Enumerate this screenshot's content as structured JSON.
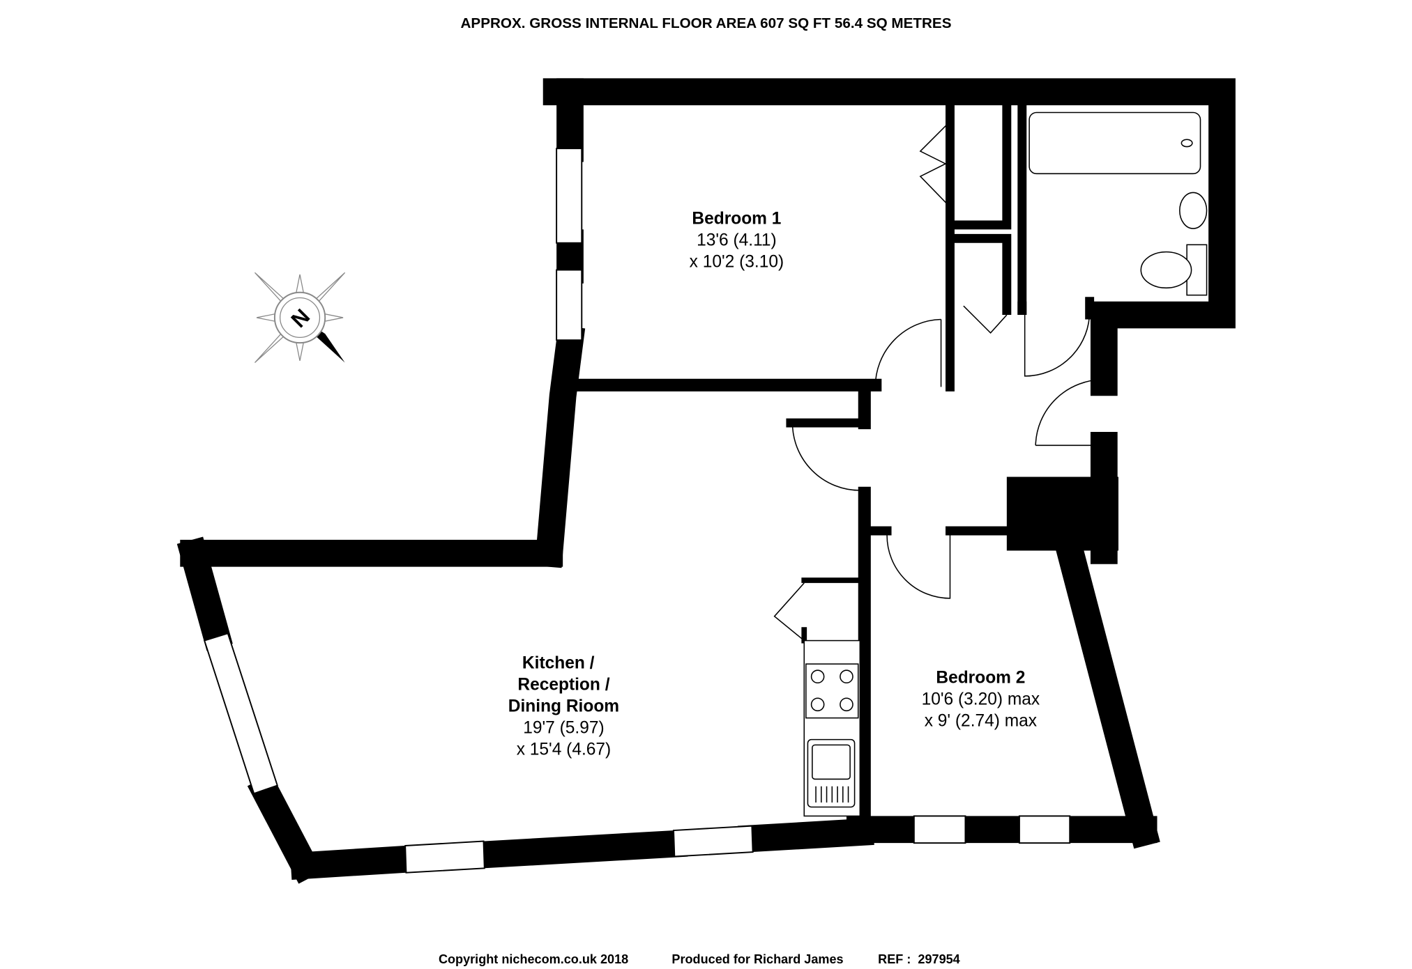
{
  "header": {
    "title": "APPROX. GROSS INTERNAL FLOOR AREA 607 SQ FT 56.4 SQ METRES"
  },
  "compass": {
    "label": "N"
  },
  "rooms": [
    {
      "name": "Bedroom 1",
      "dim1": "13'6 (4.11)",
      "dim2": "x 10'2 (3.10)"
    },
    {
      "name_lines": [
        "Kitchen /",
        "Reception /",
        "Dining Rioom"
      ],
      "dim1": "19'7 (5.97)",
      "dim2": "x 15'4 (4.67)"
    },
    {
      "name": "Bedroom 2",
      "dim1": "10'6 (3.20) max",
      "dim2": "x 9' (2.74) max"
    }
  ],
  "footer": {
    "copyright": "Copyright nichecom.co.uk 2018",
    "produced": "Produced for Richard James",
    "ref": "REF :  297954"
  },
  "colors": {
    "wall": "#000000",
    "background": "#ffffff"
  }
}
